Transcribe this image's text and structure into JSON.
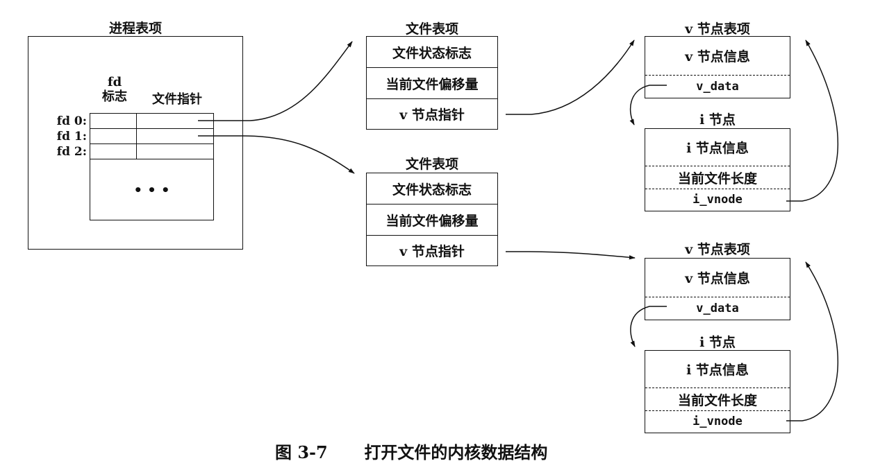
{
  "process_table": {
    "title": "进程表项",
    "fd_flags_header_line1": "fd",
    "fd_flags_header_line2": "标志",
    "file_pointer_header": "文件指针",
    "fd_labels": [
      "fd 0:",
      "fd 1:",
      "fd 2:"
    ],
    "ellipsis": "• • •"
  },
  "file_tables": [
    {
      "title": "文件表项",
      "rows": [
        "文件状态标志",
        "当前文件偏移量",
        "v 节点指针"
      ]
    },
    {
      "title": "文件表项",
      "rows": [
        "文件状态标志",
        "当前文件偏移量",
        "v 节点指针"
      ]
    }
  ],
  "vnodes": [
    {
      "title": "v 节点表项",
      "info": "v 节点信息",
      "data": "v_data",
      "inode_title": "i 节点",
      "inode_info": "i 节点信息",
      "inode_len": "当前文件长度",
      "inode_vnode": "i_vnode"
    },
    {
      "title": "v 节点表项",
      "info": "v 节点信息",
      "data": "v_data",
      "inode_title": "i 节点",
      "inode_info": "i 节点信息",
      "inode_len": "当前文件长度",
      "inode_vnode": "i_vnode"
    }
  ],
  "caption": {
    "figure": "图 3-7",
    "text": "打开文件的内核数据结构"
  }
}
